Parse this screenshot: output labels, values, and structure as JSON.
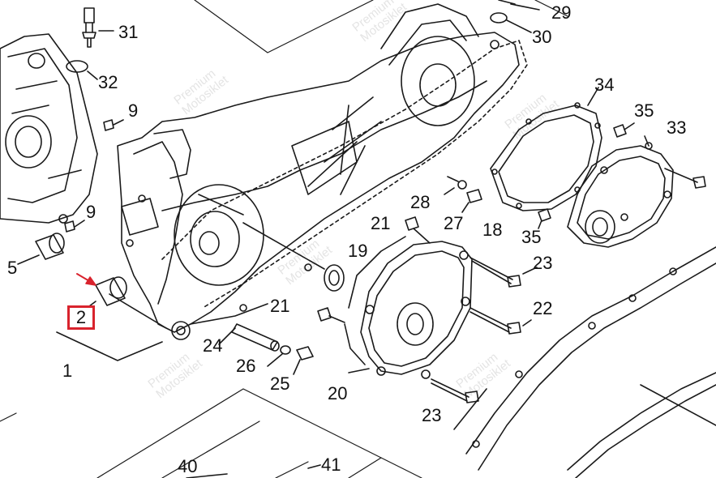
{
  "callouts": {
    "n1": "1",
    "n2": "2",
    "n5": "5",
    "n9a": "9",
    "n9b": "9",
    "n18": "18",
    "n19": "19",
    "n20": "20",
    "n21a": "21",
    "n21b": "21",
    "n22": "22",
    "n23a": "23",
    "n23b": "23",
    "n24": "24",
    "n25": "25",
    "n26": "26",
    "n27": "27",
    "n28": "28",
    "n29": "29",
    "n30": "30",
    "n31": "31",
    "n32": "32",
    "n33": "33",
    "n34": "34",
    "n35a": "35",
    "n35b": "35",
    "n40": "40",
    "n41": "41"
  },
  "highlight": {
    "label": "2",
    "color": "#d9232d"
  },
  "watermark": {
    "line1": "Premium",
    "line2": "Motosiklet"
  },
  "colors": {
    "line": "#1a1a1a",
    "accent": "#d9232d",
    "watermark": "#cfcfcf"
  }
}
